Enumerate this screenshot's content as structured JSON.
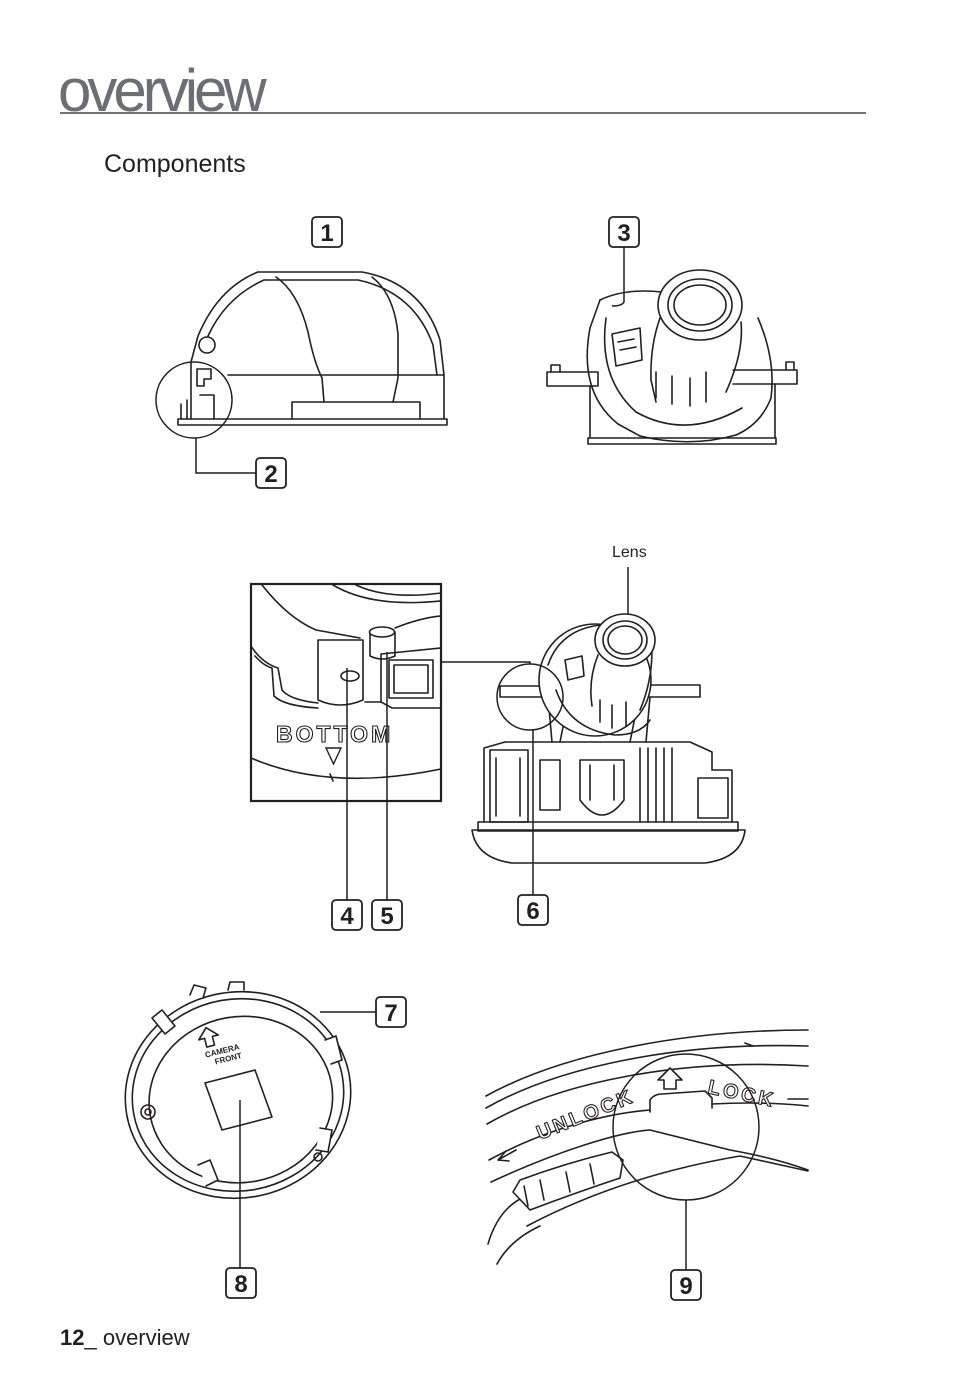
{
  "header": {
    "title": "overview"
  },
  "section": {
    "title": "Components"
  },
  "callouts": [
    "1",
    "2",
    "3",
    "4",
    "5",
    "6",
    "7",
    "8",
    "9"
  ],
  "labels": {
    "lens": "Lens",
    "bottom": "BOTTOM",
    "camera": "CAMERA",
    "front": "FRONT",
    "unlock": "UNLOCK",
    "lock": "LOCK"
  },
  "footer": {
    "page_number": "12",
    "page_label": "_ overview"
  },
  "colors": {
    "ink": "#231f20",
    "header_text": "#6d6e71"
  }
}
